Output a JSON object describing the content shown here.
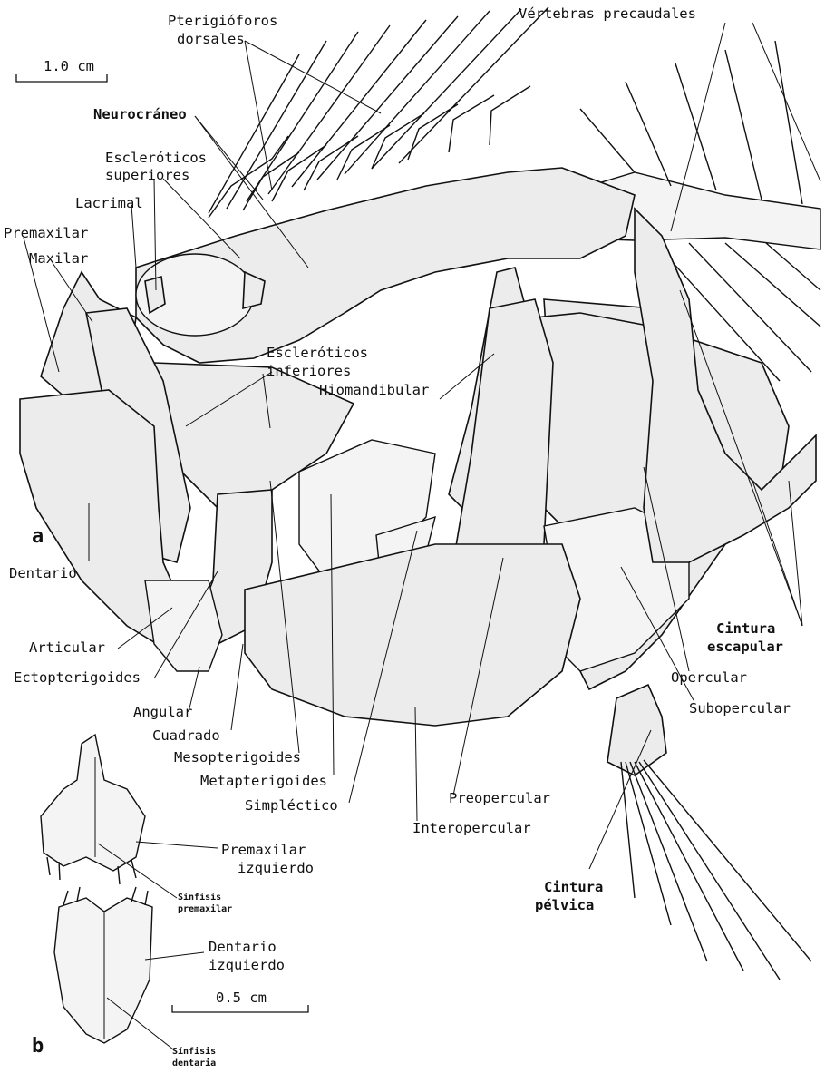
{
  "panels": {
    "a": "a",
    "b": "b"
  },
  "scale_bars": {
    "main": "1.0 cm",
    "inset": "0.5 cm"
  },
  "labels": {
    "pterigioforos": [
      "Pterigióforos",
      "dorsales"
    ],
    "vertebras": "Vértebras precaudales",
    "neurocraneo": "Neurocráneo",
    "escleroticos_sup": [
      "Escleróticos",
      "superiores"
    ],
    "lacrimal": "Lacrimal",
    "premaxilar": "Premaxilar",
    "maxilar": "Maxilar",
    "escleroticos_inf": [
      "Escleróticos",
      "inferiores"
    ],
    "hiomandibular": "Hiomandibular",
    "dentario": "Dentario",
    "articular": "Articular",
    "ectopterigoides": "Ectopterigoides",
    "angular": "Angular",
    "cuadrado": "Cuadrado",
    "mesopterigoides": "Mesopterigoides",
    "metapterigoides": "Metapterigoides",
    "simplectico": "Simpléctico",
    "preopercular": "Preopercular",
    "interopercular": "Interopercular",
    "opercular": "Opercular",
    "subopercular": "Subopercular",
    "cintura_escapular": [
      "Cintura",
      "escapular"
    ],
    "cintura_pelvica": [
      "Cintura",
      "pélvica"
    ],
    "premaxilar_izq": [
      "Premaxilar",
      "izquierdo"
    ],
    "sinfisis_premaxilar": [
      "Sínfisis",
      "premaxilar"
    ],
    "dentario_izq": [
      "Dentario",
      "izquierdo"
    ],
    "sinfisis_dentaria": [
      "Sínfisis",
      "dentaria"
    ]
  }
}
